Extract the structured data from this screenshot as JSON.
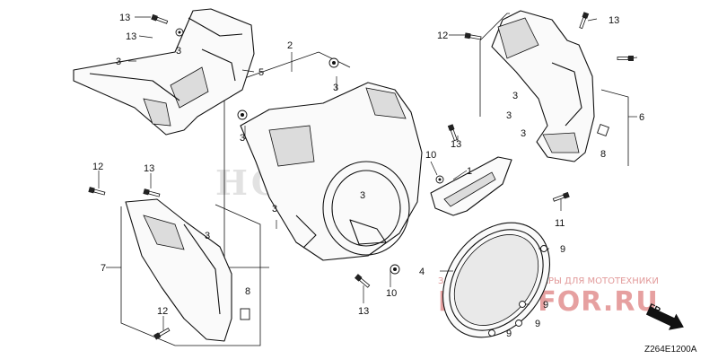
{
  "watermark": {
    "brand": "HONDA"
  },
  "shop": {
    "name": "PARTSFOR.RU",
    "tagline": "ЗАПЧАСТИ И АКСЕССУАРЫ ДЛЯ МОТОТЕХНИКИ"
  },
  "direction_label": "FR.",
  "diagram_code": "Z264E1200A",
  "callouts": {
    "c13_a": "13",
    "c13_b": "13",
    "c3_a": "3",
    "c3_b": "3",
    "c5": "5",
    "c2": "2",
    "c3_c": "3",
    "c3_d": "3",
    "c13_c": "13",
    "c10_a": "10",
    "c3_e": "3",
    "c3_f": "3",
    "c10_b": "10",
    "c13_d": "13",
    "c1": "1",
    "c11": "11",
    "c4": "4",
    "c9_a": "9",
    "c9_b": "9",
    "c9_c": "9",
    "c9_d": "9",
    "c12_a": "12",
    "c13_e": "13",
    "c3_g": "3",
    "c3_h": "3",
    "c3_i": "3",
    "c6": "6",
    "c8_a": "8",
    "c12_b": "12",
    "c13_f": "13",
    "c3_j": "3",
    "c7": "7",
    "c8_b": "8",
    "c12_c": "12"
  },
  "icons": [
    "bolt-icon",
    "grommet-icon",
    "clip-nut-icon",
    "direction-arrow-icon"
  ]
}
